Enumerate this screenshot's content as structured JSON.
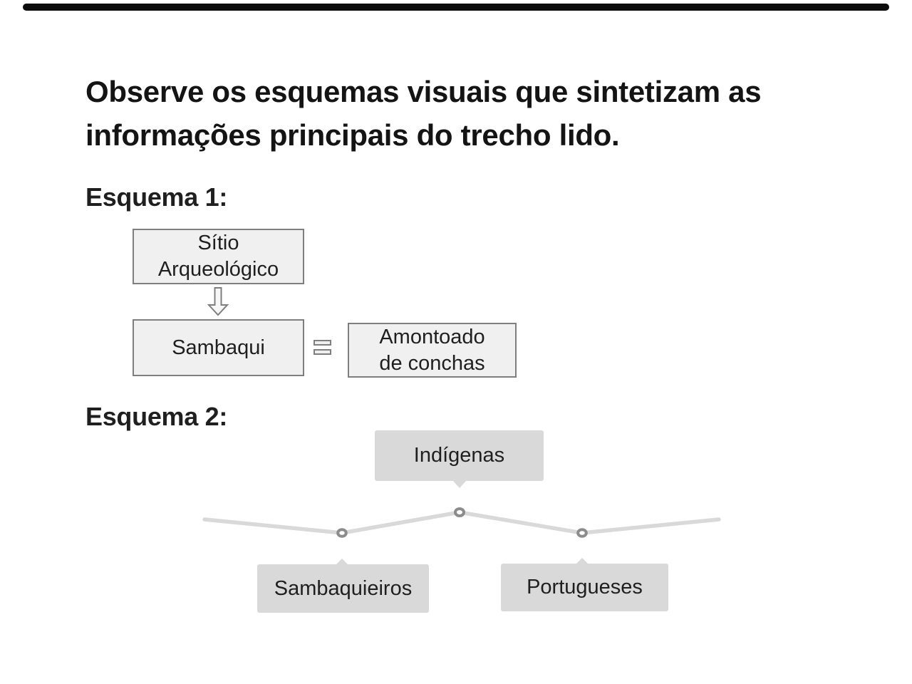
{
  "page": {
    "background_color": "#ffffff",
    "top_bar_color": "#0b0b0b"
  },
  "title": {
    "text": "Observe os esquemas visuais que sintetizam as\ninformações principais do trecho lido."
  },
  "esquema1": {
    "label": "Esquema 1:",
    "nodes": {
      "sitio": "Sítio\nArqueológico",
      "sambaqui": "Sambaqui",
      "conchas": "Amontoado\nde conchas"
    },
    "connectors": {
      "arrow_icon": "block-arrow-down",
      "equals_icon": "equals-sign"
    },
    "box_fill": "#f0f0f0",
    "box_border": "#7f7f7f"
  },
  "esquema2": {
    "label": "Esquema 2:",
    "nodes": {
      "indigenas": "Indígenas",
      "sambaquieiros": "Sambaquieiros",
      "portugueses": "Portugueses"
    },
    "timeline": {
      "line_color": "#d9d9d9",
      "marker_color": "#8c8c8c",
      "marker_fill": "#ffffff"
    },
    "box_fill": "#d9d9d9"
  },
  "text_color": "#1f1f1f"
}
